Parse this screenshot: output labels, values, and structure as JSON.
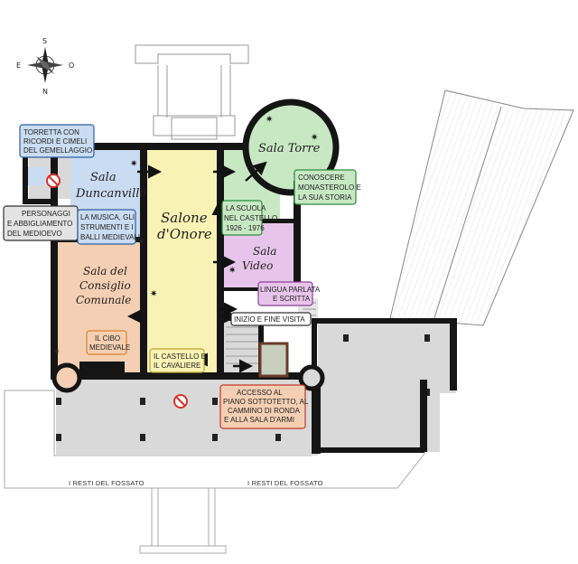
{
  "colors": {
    "duncanville": "#c9dcf1",
    "consiglio": "#f4cfb3",
    "onore": "#f8f2b4",
    "torre": "#c8e8c4",
    "video": "#e7c4ea",
    "gray": "#d9d9d9",
    "wall": "#151515",
    "arrow": "#111111",
    "no_entry": "#d8332a"
  },
  "compass": {
    "north": "N",
    "south": "S",
    "east": "E",
    "west": "O"
  },
  "rooms": {
    "duncanville": [
      "Sala",
      "Duncanville"
    ],
    "consiglio": [
      "Sala del",
      "Consiglio",
      "Comunale"
    ],
    "onore": [
      "Salone",
      "d'Onore"
    ],
    "torre": [
      "Sala Torre"
    ],
    "video": [
      "Sala",
      "Video"
    ]
  },
  "labels": {
    "torretta": [
      "TORRETTA CON",
      "RICORDI E CIMELI",
      "DEL GEMELLAGGIO"
    ],
    "personaggi": [
      "PERSONAGGI",
      "E ABBIGLIAMENTO",
      "DEL MEDIOEVO"
    ],
    "musica": [
      "LA MUSICA, GLI",
      "STRUMENTI E I",
      "BALLI MEDIEVALI"
    ],
    "cibo": [
      "IL CIBO",
      "MEDIEVALE"
    ],
    "castello": [
      "IL CASTELLO E",
      "IL CAVALIERE"
    ],
    "scuola": [
      "LA SCUOLA",
      "NEL CASTELLO",
      "1926 - 1976"
    ],
    "monastero": [
      "CONOSCERE",
      "MONASTEROLO E",
      "LA SUA STORIA"
    ],
    "lingua": [
      "LINGUA PARLATA",
      "E SCRITTA"
    ],
    "inizio": "INIZIO E FINE VISITA",
    "accesso": [
      "ACCESSO AL",
      "PIANO SOTTOTETTO, AL",
      "CAMMINO DI RONDA",
      "E ALLA SALA D'ARMI"
    ]
  },
  "moat": {
    "left": "I RESTI DEL FOSSATO",
    "right": "I RESTI DEL FOSSATO"
  }
}
